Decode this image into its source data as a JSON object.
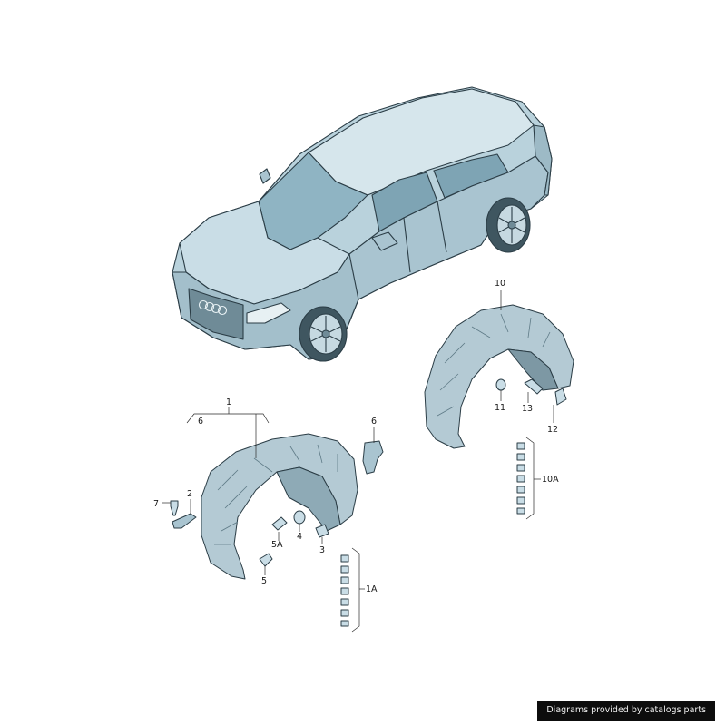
{
  "credit": "Diagrams provided by catalogs parts",
  "colors": {
    "body_light": "#c9dde6",
    "body_mid": "#a9c4d0",
    "body_dark": "#6f8b97",
    "outline": "#2b3d46",
    "liner": "#b4cad4",
    "liner_dark": "#7d98a4"
  },
  "callouts": {
    "c1": "1",
    "c6a": "6",
    "c6b": "6",
    "c7": "7",
    "c2": "2",
    "c5a": "5A",
    "c4": "4",
    "c3": "3",
    "c5": "5",
    "c1a": "1A",
    "c10": "10",
    "c11": "11",
    "c13": "13",
    "c12": "12",
    "c10a": "10A"
  }
}
